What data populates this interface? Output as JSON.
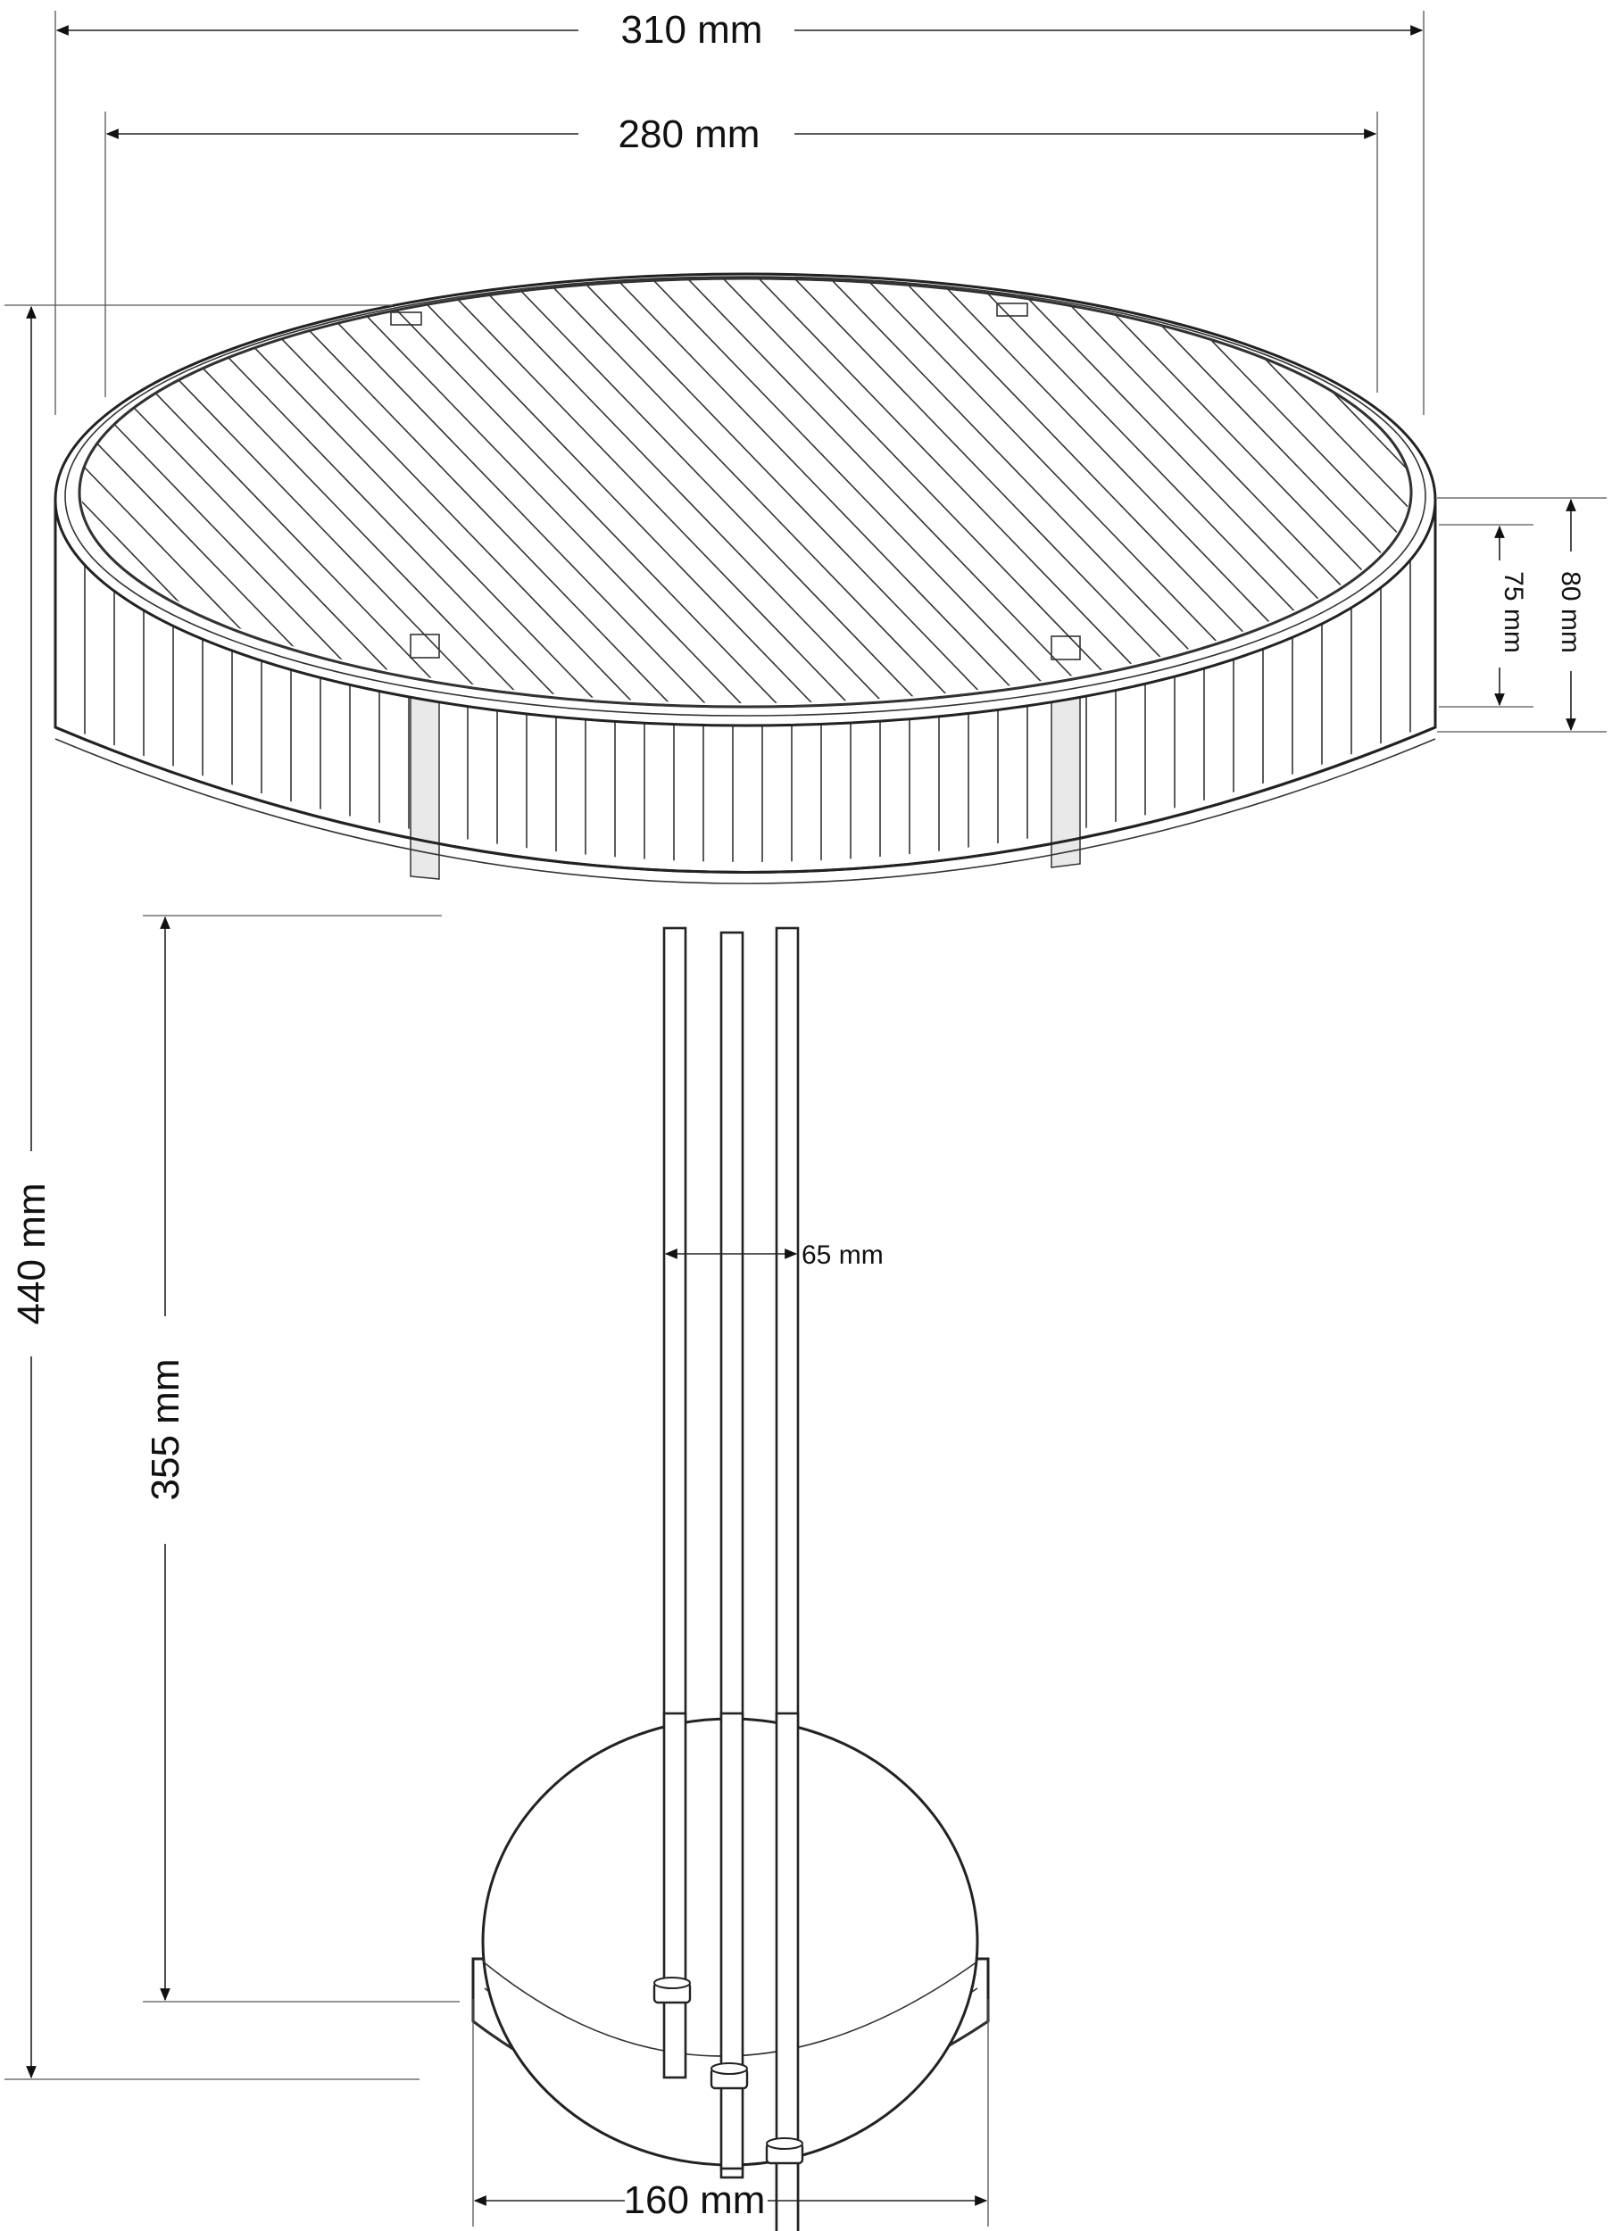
{
  "dimensions": {
    "outer_diameter": "310 mm",
    "inner_diameter": "280 mm",
    "rim_height_outer": "80 mm",
    "rim_height_inner": "75 mm",
    "total_height": "440 mm",
    "leg_height": "355 mm",
    "leg_spacing": "65 mm",
    "base_diameter": "160 mm"
  },
  "colors": {
    "line": "#222222",
    "background": "#ffffff"
  }
}
